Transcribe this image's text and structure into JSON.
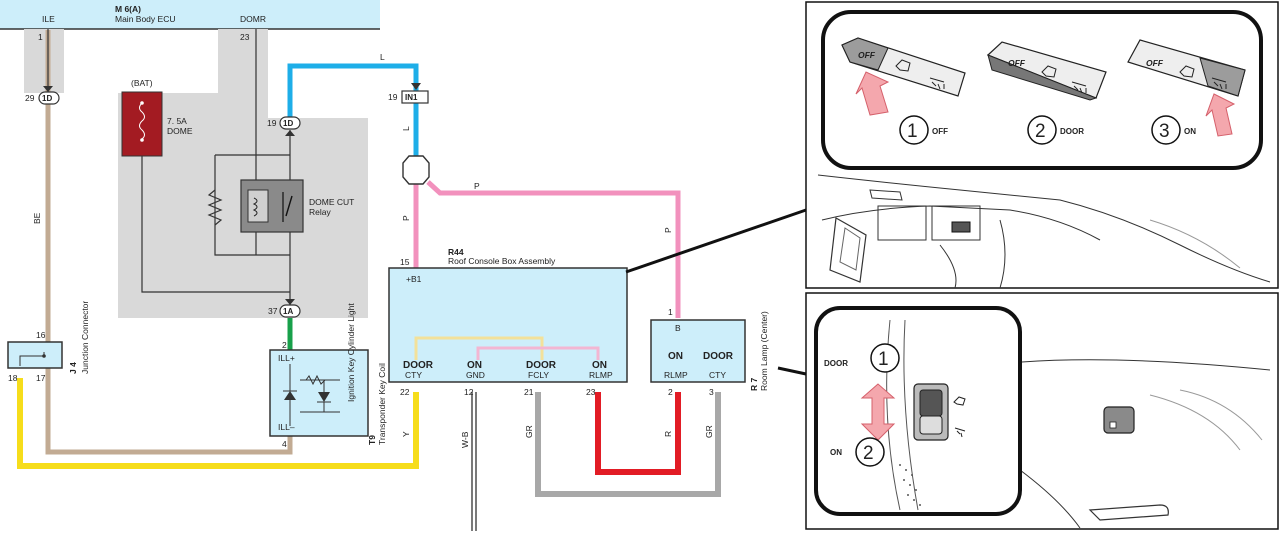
{
  "ecu": {
    "code": "M 6(A)",
    "name": "Main Body ECU",
    "terminals": [
      "ILE",
      "DOMR"
    ],
    "pins": [
      "1",
      "23"
    ]
  },
  "junctions": [
    {
      "pin": "29",
      "code": "1D"
    },
    {
      "pin": "19",
      "code": "1D"
    },
    {
      "pin": "37",
      "code": "1A"
    },
    {
      "pin": "19",
      "code": "IN1"
    }
  ],
  "fuse": {
    "source": "(BAT)",
    "rating": "7. 5A",
    "name": "DOME"
  },
  "relay": {
    "name": "DOME CUT",
    "sub": "Relay"
  },
  "wires": {
    "BE": "BE",
    "L": "L",
    "P": "P",
    "W_B": "W-B",
    "GR": "GR",
    "R": "R",
    "Y": "Y"
  },
  "junction_connector": {
    "code": "J 4",
    "name": "Junction Connector",
    "pins": [
      "16",
      "18",
      "17"
    ]
  },
  "key_coil": {
    "code": "T9",
    "name": "Transponder Key Coil",
    "sub": "Ignition Key Cylinder Light",
    "terminals": [
      "ILL+",
      "ILL–"
    ],
    "pins": [
      "2",
      "4"
    ]
  },
  "console": {
    "code": "R44",
    "name": "Roof Console Box Assembly",
    "top_terminal": "+B1",
    "top_pin": "15",
    "switches": [
      {
        "state": "DOOR",
        "term": "CTY",
        "pin": "22"
      },
      {
        "state": "ON",
        "term": "GND",
        "pin": "12"
      },
      {
        "state": "DOOR",
        "term": "FCLY",
        "pin": "21"
      },
      {
        "state": "ON",
        "term": "RLMP",
        "pin": "23"
      }
    ]
  },
  "room_lamp": {
    "code": "R 7",
    "name": "Room Lamp (Center)",
    "top_terminal": "B",
    "top_pin": "1",
    "switches": [
      {
        "state": "ON",
        "term": "RLMP",
        "pin": "2"
      },
      {
        "state": "DOOR",
        "term": "CTY",
        "pin": "3"
      }
    ]
  },
  "inset_top": {
    "positions": [
      {
        "num": "1",
        "label": "OFF"
      },
      {
        "num": "2",
        "label": "DOOR"
      },
      {
        "num": "3",
        "label": "ON"
      }
    ],
    "switch_text": "OFF"
  },
  "inset_bottom": {
    "positions": [
      {
        "num": "1",
        "label": "DOOR"
      },
      {
        "num": "2",
        "label": "ON"
      }
    ]
  },
  "colors": {
    "ecu_bg": "#cdeefa",
    "gray_box": "#d9d9d9",
    "blue": "#1eaee8",
    "pink": "#f291bd",
    "green": "#18a04a",
    "yellow": "#f6dd1b",
    "tan": "#c2ab93",
    "red": "#e21c25",
    "gr": "#a8a8a8",
    "fuse": "#a31b22",
    "console_bg": "#cdeefa"
  }
}
